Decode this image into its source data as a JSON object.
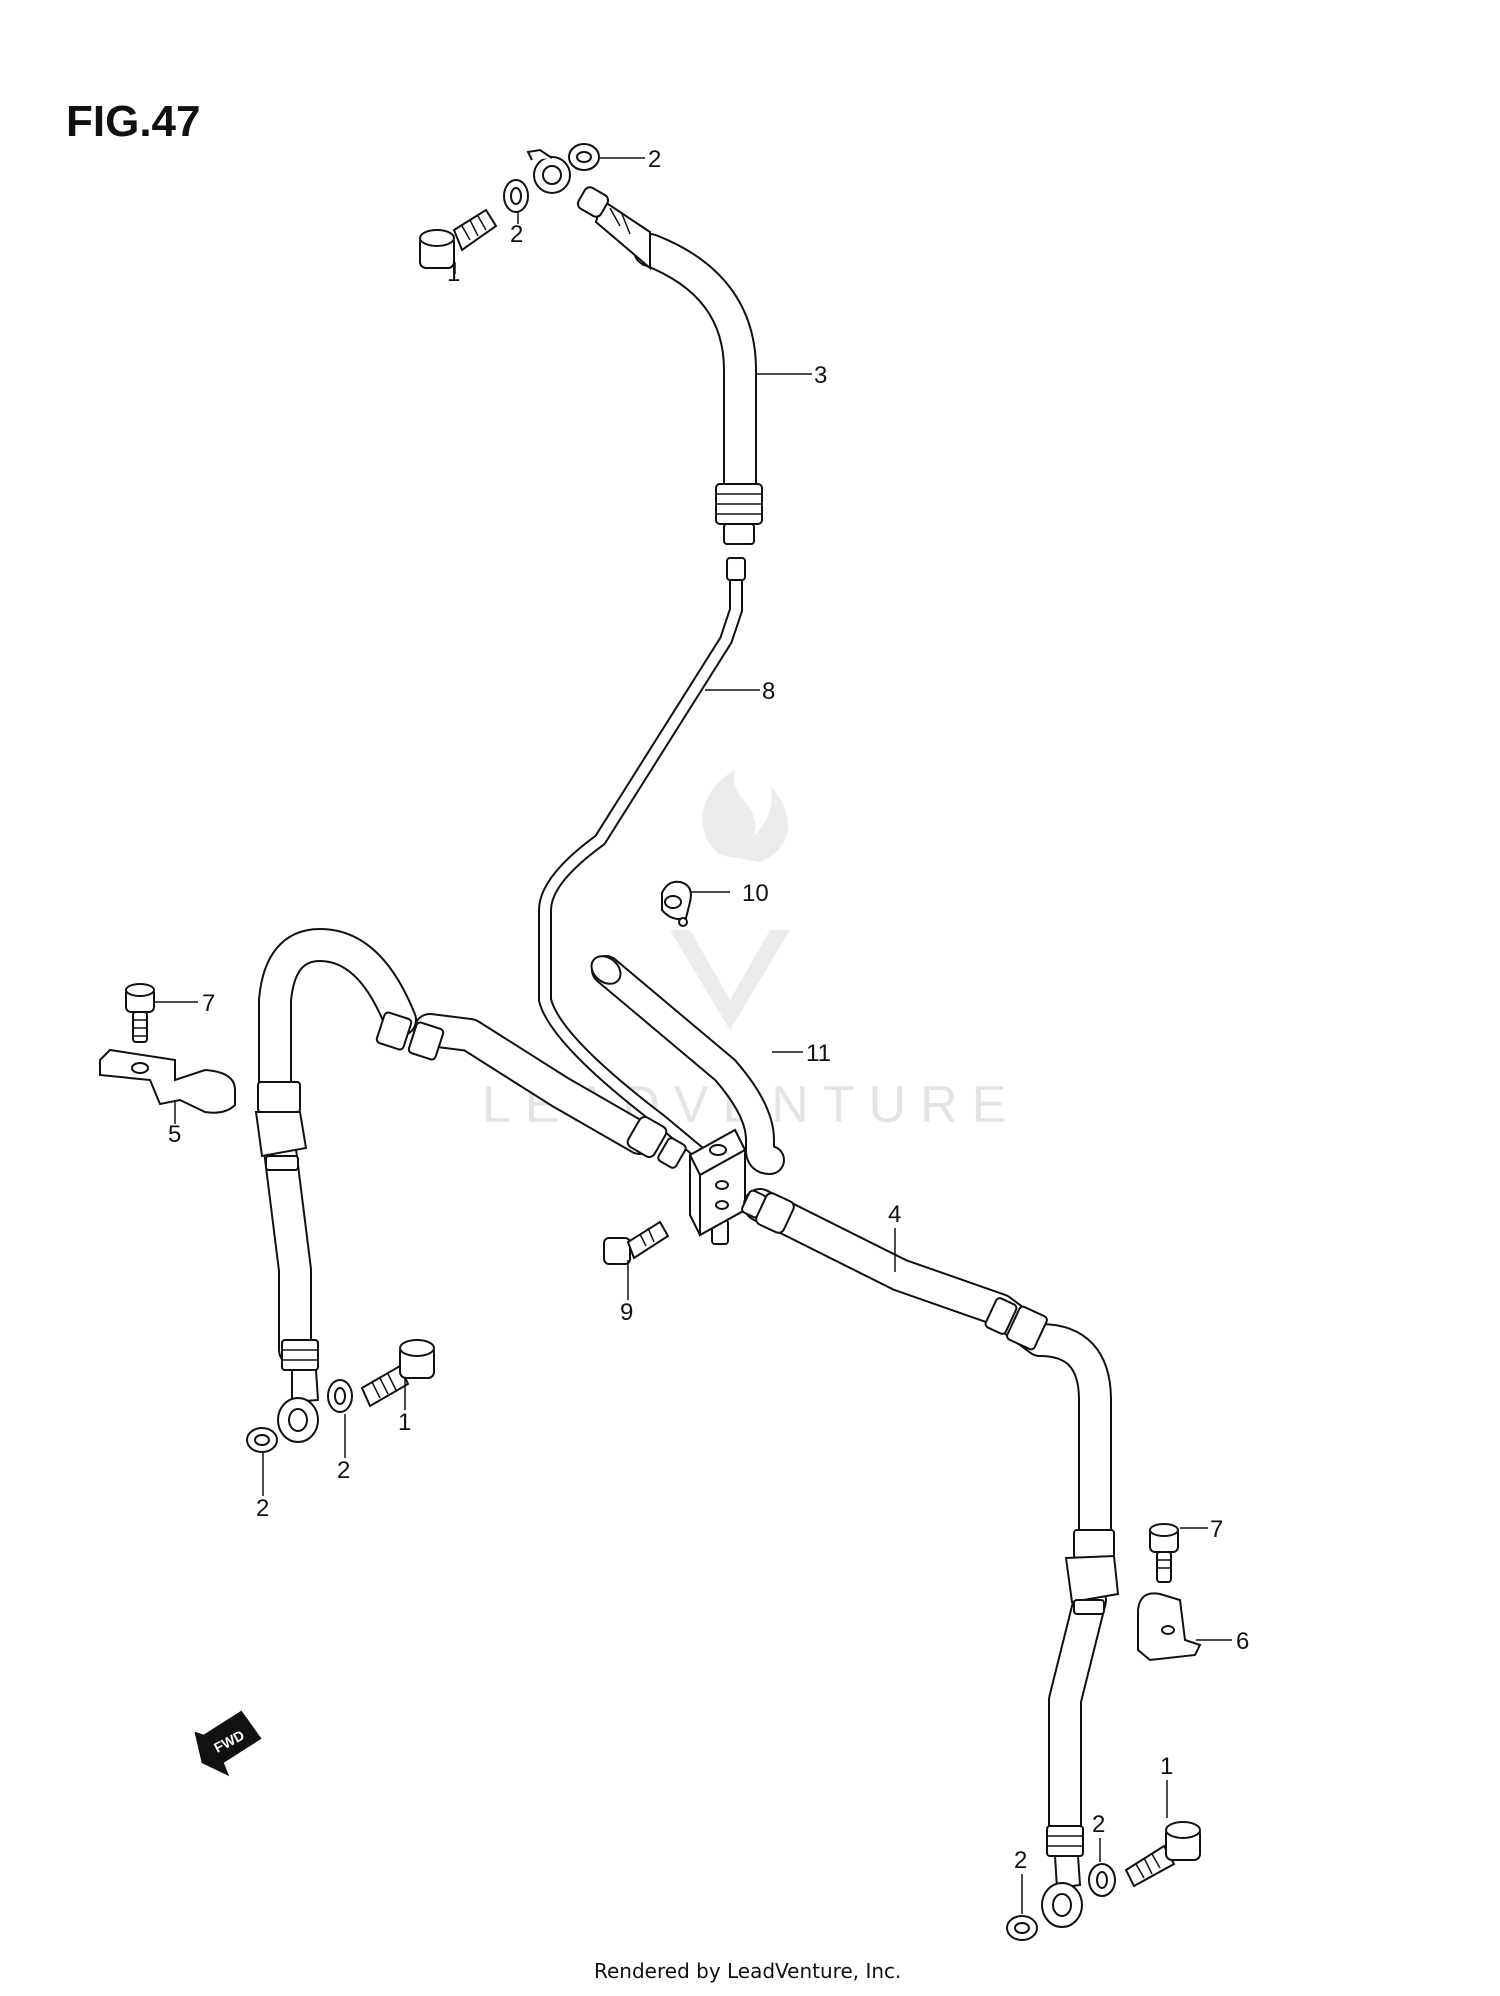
{
  "figure": {
    "title": "FIG.47"
  },
  "callouts": {
    "c1a": "1",
    "c2a": "2",
    "c2b": "2",
    "c3": "3",
    "c8": "8",
    "c10": "10",
    "c11": "11",
    "c7a": "7",
    "c5": "5",
    "c4": "4",
    "c9": "9",
    "c1b": "1",
    "c2c": "2",
    "c2d": "2",
    "c7b": "7",
    "c6": "6",
    "c1c": "1",
    "c2e": "2",
    "c2f": "2"
  },
  "fwd_label": "FWD",
  "watermark": "LEADVENTURE",
  "footer": "Rendered by LeadVenture, Inc."
}
